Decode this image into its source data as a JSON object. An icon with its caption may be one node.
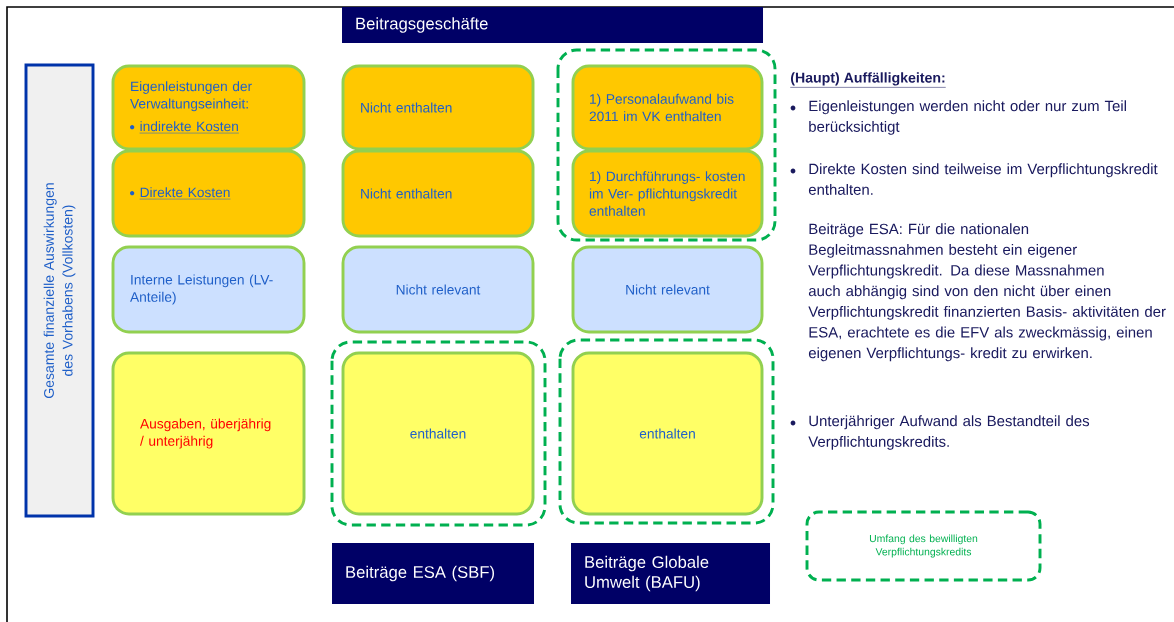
{
  "diagram": {
    "nodes": [
      {
        "text": [
          "Beitragsgeschäfte"
        ]
      },
      {
        "text": [
          "Gesamte finanzielle Auswirkungen des Vorhabens (Vollkosten)"
        ]
      },
      {
        "text": [
          "Eigenleistungen der Verwaltungseinheit:",
          "indirekte Kosten"
        ]
      },
      {
        "text": [
          "Nicht enthalten"
        ]
      },
      {
        "text": [
          "1) Personalaufwand bis 2011 im VK enthalten"
        ]
      },
      {
        "text": [
          "Direkte Kosten"
        ]
      },
      {
        "text": [
          "Nicht enthalten"
        ]
      },
      {
        "text": [
          "1) Durchführungs- kosten im Ver- pflichtungskredit enthalten"
        ]
      },
      {
        "text": [
          "Interne Leistungen (LV-Anteile)"
        ]
      },
      {
        "text": [
          "Nicht relevant"
        ]
      },
      {
        "text": [
          "Nicht relevant"
        ]
      },
      {
        "text": [
          "Ausgaben, überjährig / unterjährig"
        ]
      },
      {
        "text": [
          "enthalten"
        ]
      },
      {
        "text": [
          "enthalten"
        ]
      },
      {
        "text": [
          "Beiträge ESA (SBF)"
        ]
      },
      {
        "text": [
          "Beiträge Globale Umwelt (BAFU)"
        ]
      },
      {
        "text": [
          "Umfang des bewilligten Verpflichtungskredits"
        ]
      }
    ],
    "labels": [
      "(Haupt) Auffälligkeiten:",
      "Eigenleistungen werden nicht oder nur zum Teil berücksichtigt",
      "Direkte Kosten sind teilweise im Verpflichtungskredit enthalten.",
      "Beiträge ESA: Für die nationalen Begleitmassnahmen besteht ein eigener Verpflichtungskredit. Da diese Massnahmen auch abhängig sind von den nicht über einen Verpflichtungskredit finanzierten Basis- aktivitäten der ESA, erachtete es die EFV als zweckmässig, einen eigenen Verpflichtungs- kredit zu erwirken.",
      "Unterjähriger Aufwand als Bestandteil des Verpflichtungskredits."
    ]
  }
}
